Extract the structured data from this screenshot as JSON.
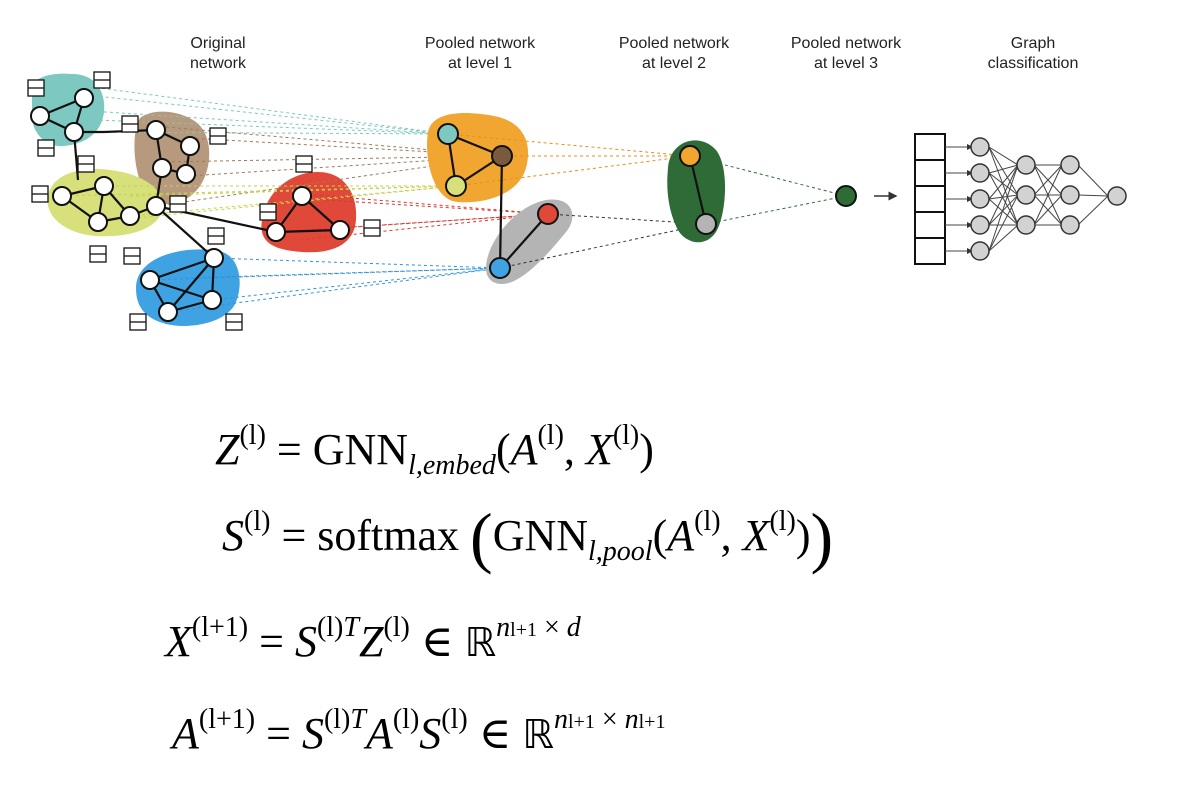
{
  "diagram": {
    "stage_labels": [
      {
        "line1": "Original",
        "line2": "network"
      },
      {
        "line1": "Pooled network",
        "line2": "at level 1"
      },
      {
        "line1": "Pooled network",
        "line2": "at level 2"
      },
      {
        "line1": "Pooled network",
        "line2": "at level 3"
      },
      {
        "line1": "Graph",
        "line2": "classification"
      }
    ],
    "cluster_colors": {
      "teal": "#7dc8c0",
      "brown": "#b79a7e",
      "yellow": "#d7e07a",
      "red": "#e0483a",
      "blue": "#3fa3e3",
      "orange": "#f0a630",
      "gray": "#b4b4b4",
      "dark_green": "#2e6b36"
    }
  },
  "equations": {
    "eq1": {
      "lhs": "Z",
      "lhs_sup": "(l)",
      "eq": "=",
      "func": "GNN",
      "func_sub": "l,embed",
      "args": [
        "A",
        "(l)",
        "X",
        "(l)"
      ]
    },
    "eq2": {
      "lhs": "S",
      "lhs_sup": "(l)",
      "eq": "=",
      "op": "softmax",
      "func": "GNN",
      "func_sub": "l,pool",
      "args": [
        "A",
        "(l)",
        "X",
        "(l)"
      ]
    },
    "eq3": {
      "lhs": "X",
      "lhs_sup": "(l+1)",
      "eq": "=",
      "S": "S",
      "S_sup": "(l)",
      "T": "T",
      "Z": "Z",
      "Z_sup": "(l)",
      "in": "∈",
      "R": "ℝ",
      "dim_n": "n",
      "dim_n_sub": "l+1",
      "times": "×",
      "dim_d": "d"
    },
    "eq4": {
      "lhs": "A",
      "lhs_sup": "(l+1)",
      "eq": "=",
      "S": "S",
      "S_sup": "(l)",
      "T": "T",
      "A": "A",
      "A_sup": "(l)",
      "S2": "S",
      "S2_sup": "(l)",
      "in": "∈",
      "R": "ℝ",
      "dim_n": "n",
      "dim_n_sub": "l+1",
      "times": "×",
      "dim_n2": "n",
      "dim_n2_sub": "l+1"
    }
  }
}
